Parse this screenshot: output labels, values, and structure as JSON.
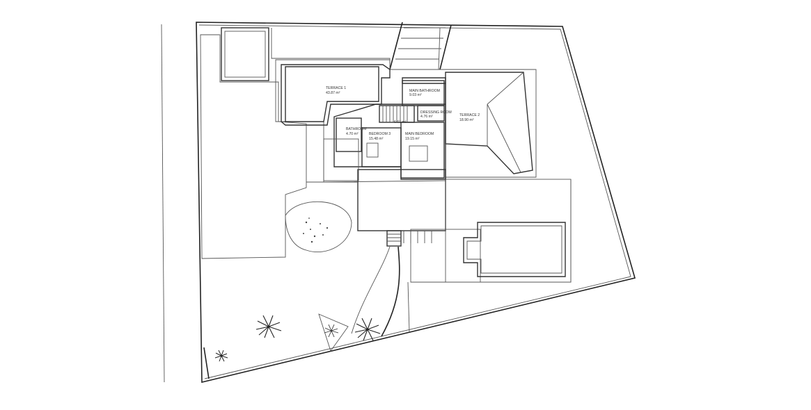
{
  "rooms": [
    {
      "id": "terrace1",
      "name": "TERRACE 1",
      "area": "43.87 m²"
    },
    {
      "id": "main_bathroom",
      "name": "MAIN BATHROOM",
      "area": "9.03 m²"
    },
    {
      "id": "dressing_room",
      "name": "DRESSING ROOM",
      "area": "4.76 m²"
    },
    {
      "id": "terrace2",
      "name": "TERRACE 2",
      "area": "18.90 m²"
    },
    {
      "id": "hall",
      "name": "",
      "area": "6.01 m²"
    },
    {
      "id": "bathroom",
      "name": "BATHROOM",
      "area": "4.70 m²"
    },
    {
      "id": "bedroom3",
      "name": "BEDROOM 3",
      "area": "15.48 m²"
    },
    {
      "id": "main_bedroom",
      "name": "MAIN BEDROOM",
      "area": "19.15 m²"
    }
  ],
  "colors": {
    "line": "#555555",
    "wall": "#333333",
    "background": "#ffffff"
  },
  "icons": [
    "palm-tree-icon",
    "shrub-icon",
    "stair-icon",
    "pool-icon"
  ]
}
